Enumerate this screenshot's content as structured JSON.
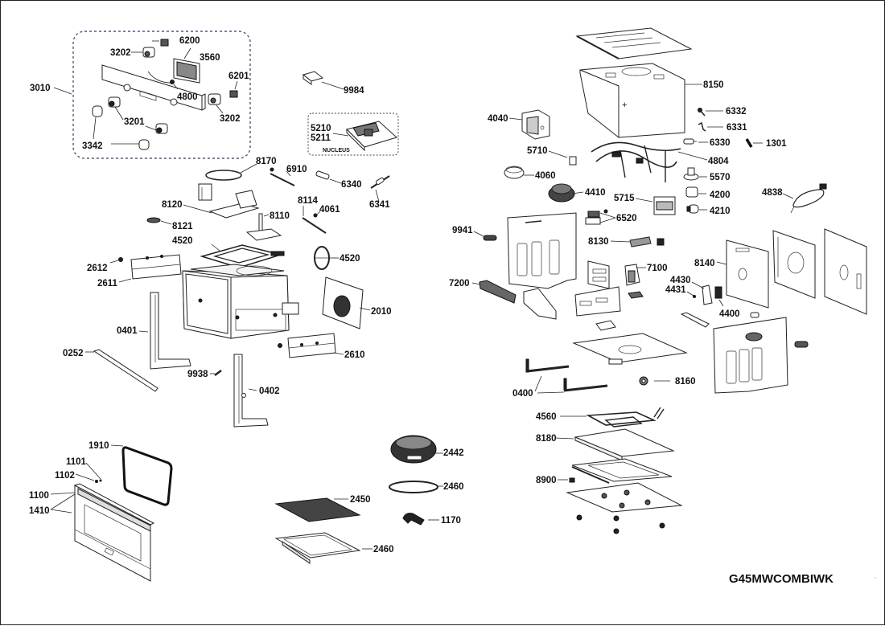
{
  "diagram": {
    "type": "exploded-parts-diagram",
    "model_code": "G45MWCOMBIWK",
    "group_note": "NUCLEUS",
    "labels": {
      "p3010": "3010",
      "p6200": "6200",
      "p3202a": "3202",
      "p3560": "3560",
      "p6201": "6201",
      "p4800": "4800",
      "p3202b": "3202",
      "p3201": "3201",
      "p3342": "3342",
      "p9984": "9984",
      "p5210": "5210",
      "p5211": "5211",
      "p8170": "8170",
      "p6910": "6910",
      "p6340": "6340",
      "p6341": "6341",
      "p8120": "8120",
      "p8114": "8114",
      "p4061": "4061",
      "p8110": "8110",
      "p8121": "8121",
      "p4520a": "4520",
      "p4520b": "4520",
      "p2612": "2612",
      "p2611": "2611",
      "p2010": "2010",
      "p0401": "0401",
      "p2610": "2610",
      "p0252": "0252",
      "p9938": "9938",
      "p0402": "0402",
      "p1910": "1910",
      "p1101": "1101",
      "p1102": "1102",
      "p1100": "1100",
      "p1410": "1410",
      "p2442": "2442",
      "p2460a": "2460",
      "p2450": "2450",
      "p1170": "1170",
      "p2460b": "2460",
      "p8150": "8150",
      "p4040": "4040",
      "p6332": "6332",
      "p6331": "6331",
      "p5710": "5710",
      "p6330": "6330",
      "p1301": "1301",
      "p4804": "4804",
      "p4060": "4060",
      "p5570": "5570",
      "p4410": "4410",
      "p5715": "5715",
      "p4200": "4200",
      "p4838": "4838",
      "p4210": "4210",
      "p6520": "6520",
      "p9941": "9941",
      "p8130": "8130",
      "p8140": "8140",
      "p7100": "7100",
      "p4430": "4430",
      "p4431": "4431",
      "p7200": "7200",
      "p4400": "4400",
      "p8160": "8160",
      "p0400": "0400",
      "p4560": "4560",
      "p8180": "8180",
      "p8900": "8900"
    }
  }
}
